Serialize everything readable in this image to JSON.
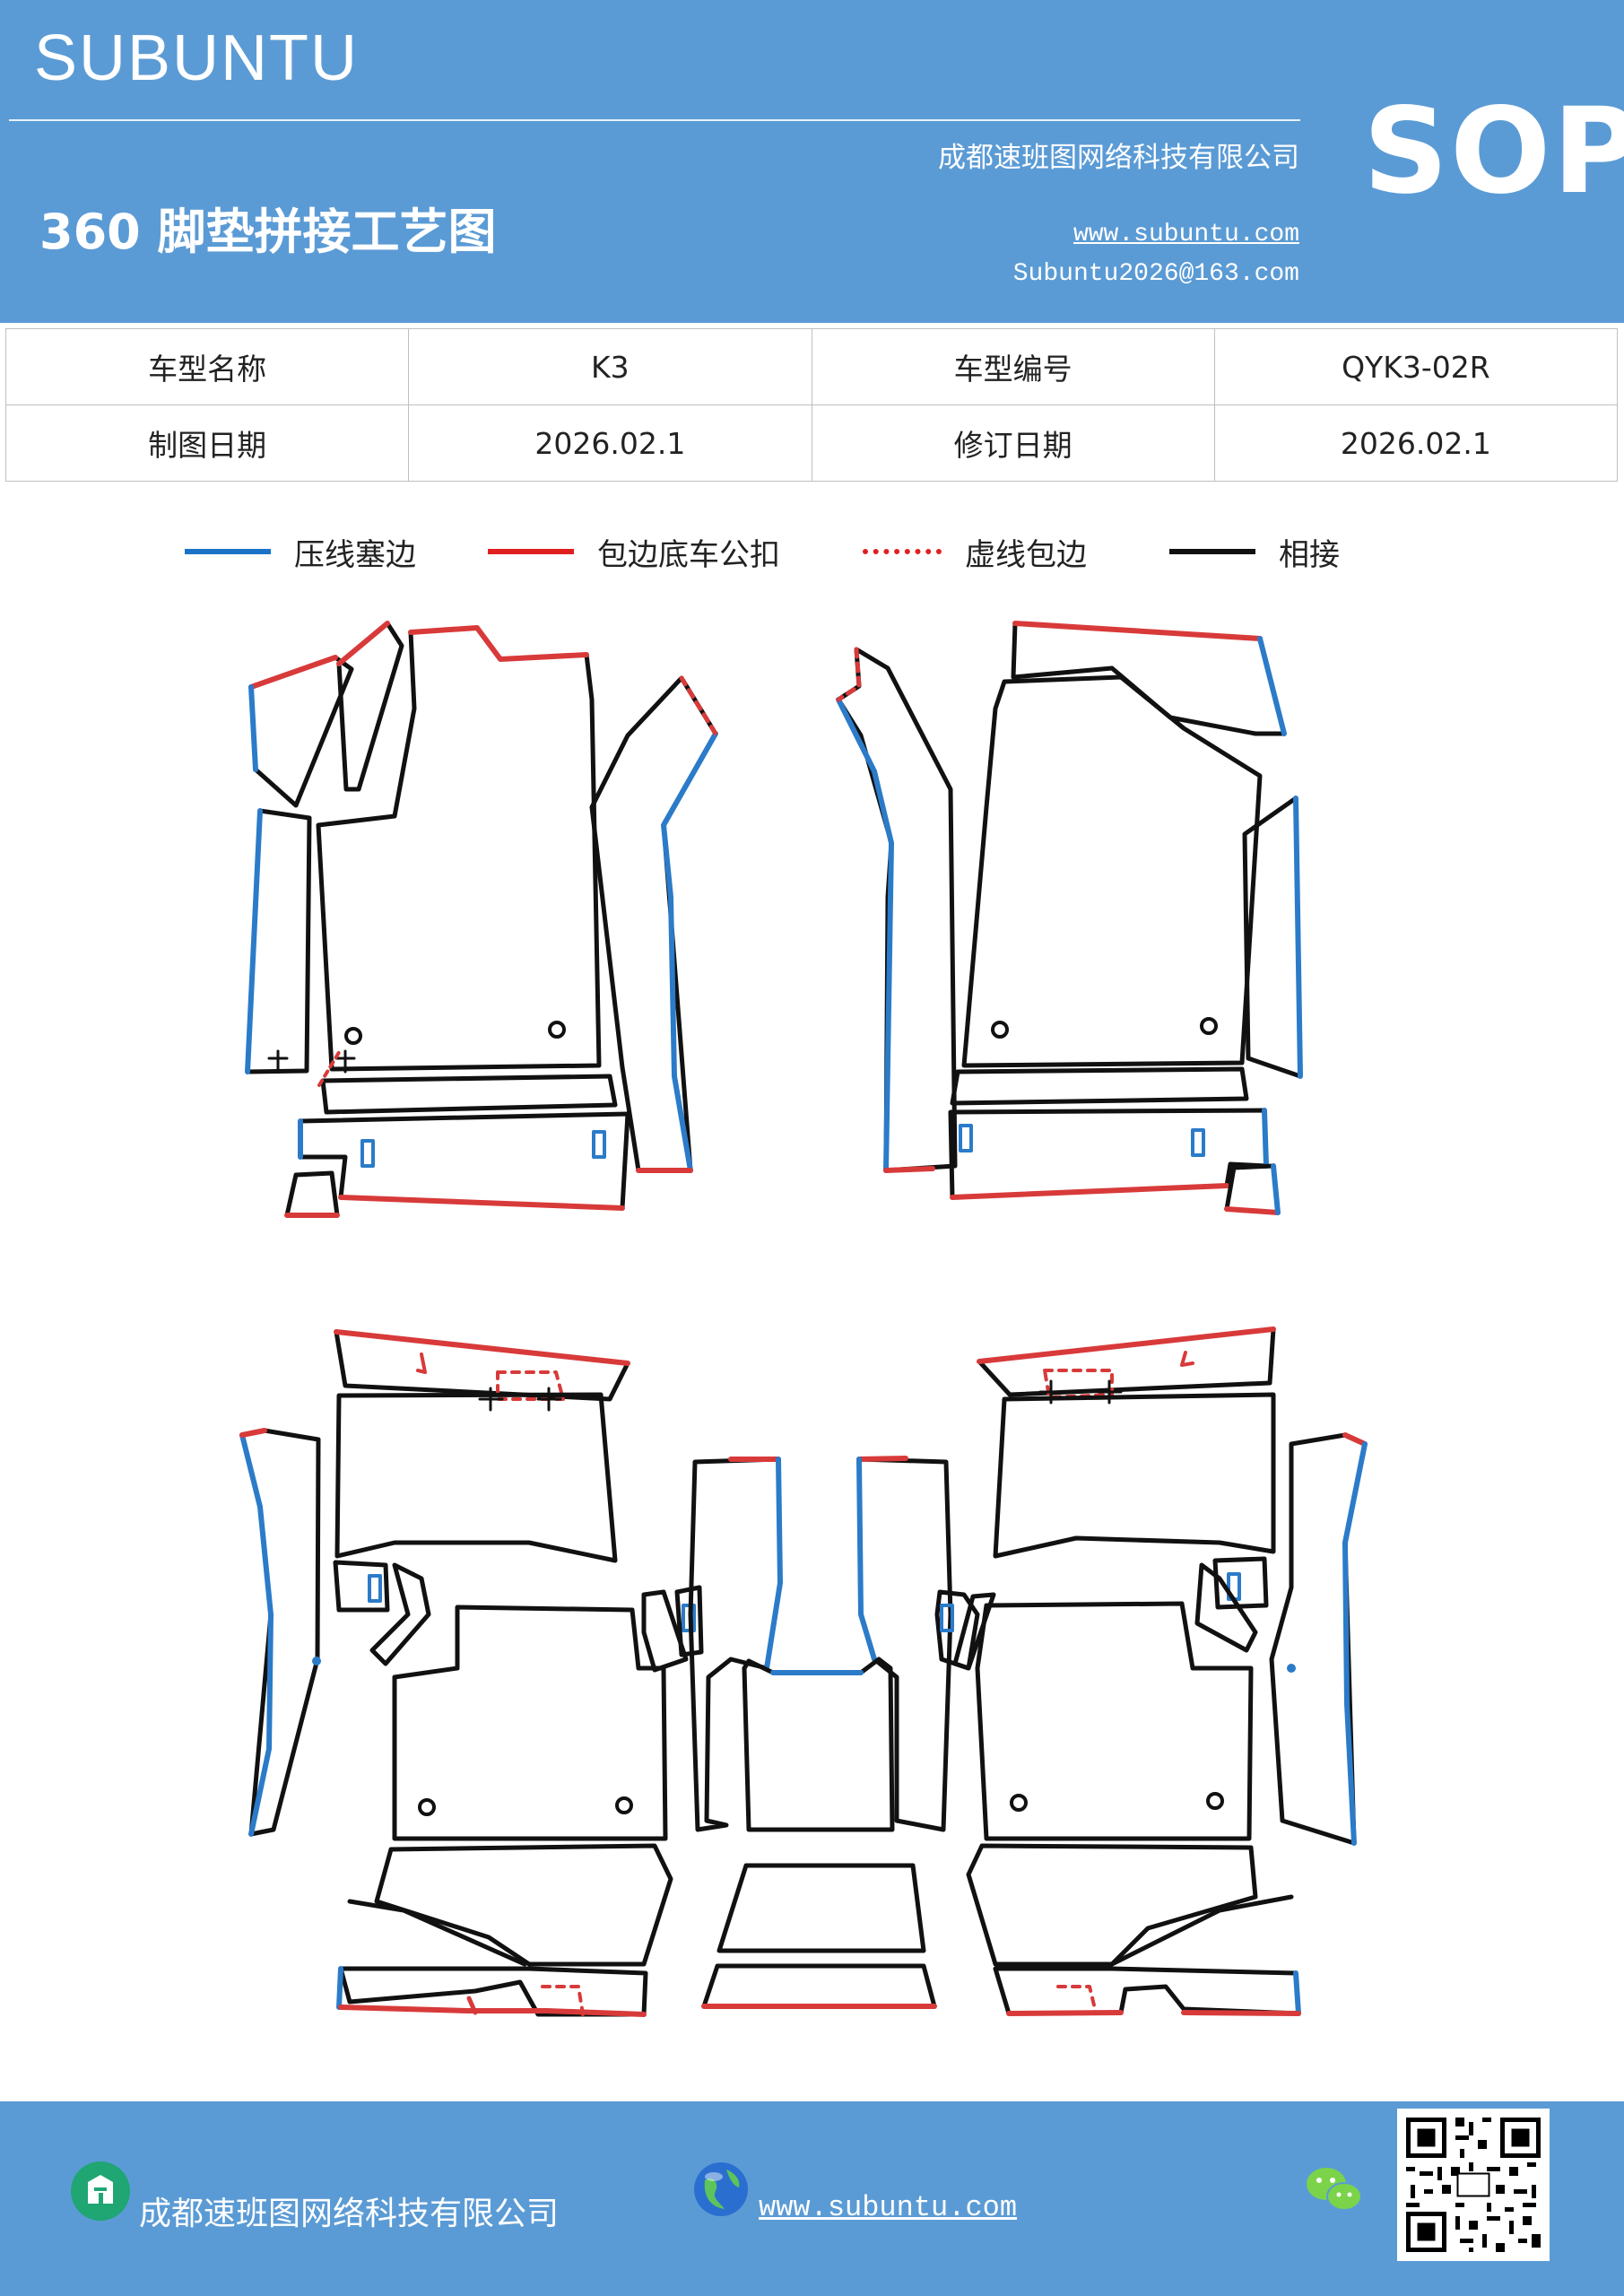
{
  "header": {
    "brand": "SUBUNTU",
    "company": "成都速班图网络科技有限公司",
    "title": "360 脚垫拼接工艺图",
    "url": "www.subuntu.com",
    "email": "Subuntu2026@163.com",
    "sop": "SOP"
  },
  "info": {
    "model_name_label": "车型名称",
    "model_name": "K3",
    "model_code_label": "车型编号",
    "model_code": "QYK3-02R",
    "draw_date_label": "制图日期",
    "draw_date": "2026.02.1",
    "revise_date_label": "修订日期",
    "revise_date": "2026.02.1"
  },
  "legend": {
    "items": [
      {
        "label": "压线塞边",
        "color": "#1a73c6",
        "style": "solid"
      },
      {
        "label": "包边底车公扣",
        "color": "#e02020",
        "style": "solid"
      },
      {
        "label": "虚线包边",
        "color": "#e02020",
        "style": "dashed"
      },
      {
        "label": "相接",
        "color": "#111111",
        "style": "solid"
      }
    ]
  },
  "colors": {
    "header_bg": "#5b9bd5",
    "blue_edge": "#2b7bc9",
    "red_edge": "#d83a3a",
    "black_edge": "#111111"
  },
  "footer": {
    "company": "成都速班图网络科技有限公司",
    "url": "www.subuntu.com",
    "building_icon": "building-icon",
    "globe_icon": "globe-icon",
    "wechat_icon": "wechat-icon",
    "qr_icon": "qr-code-icon"
  }
}
